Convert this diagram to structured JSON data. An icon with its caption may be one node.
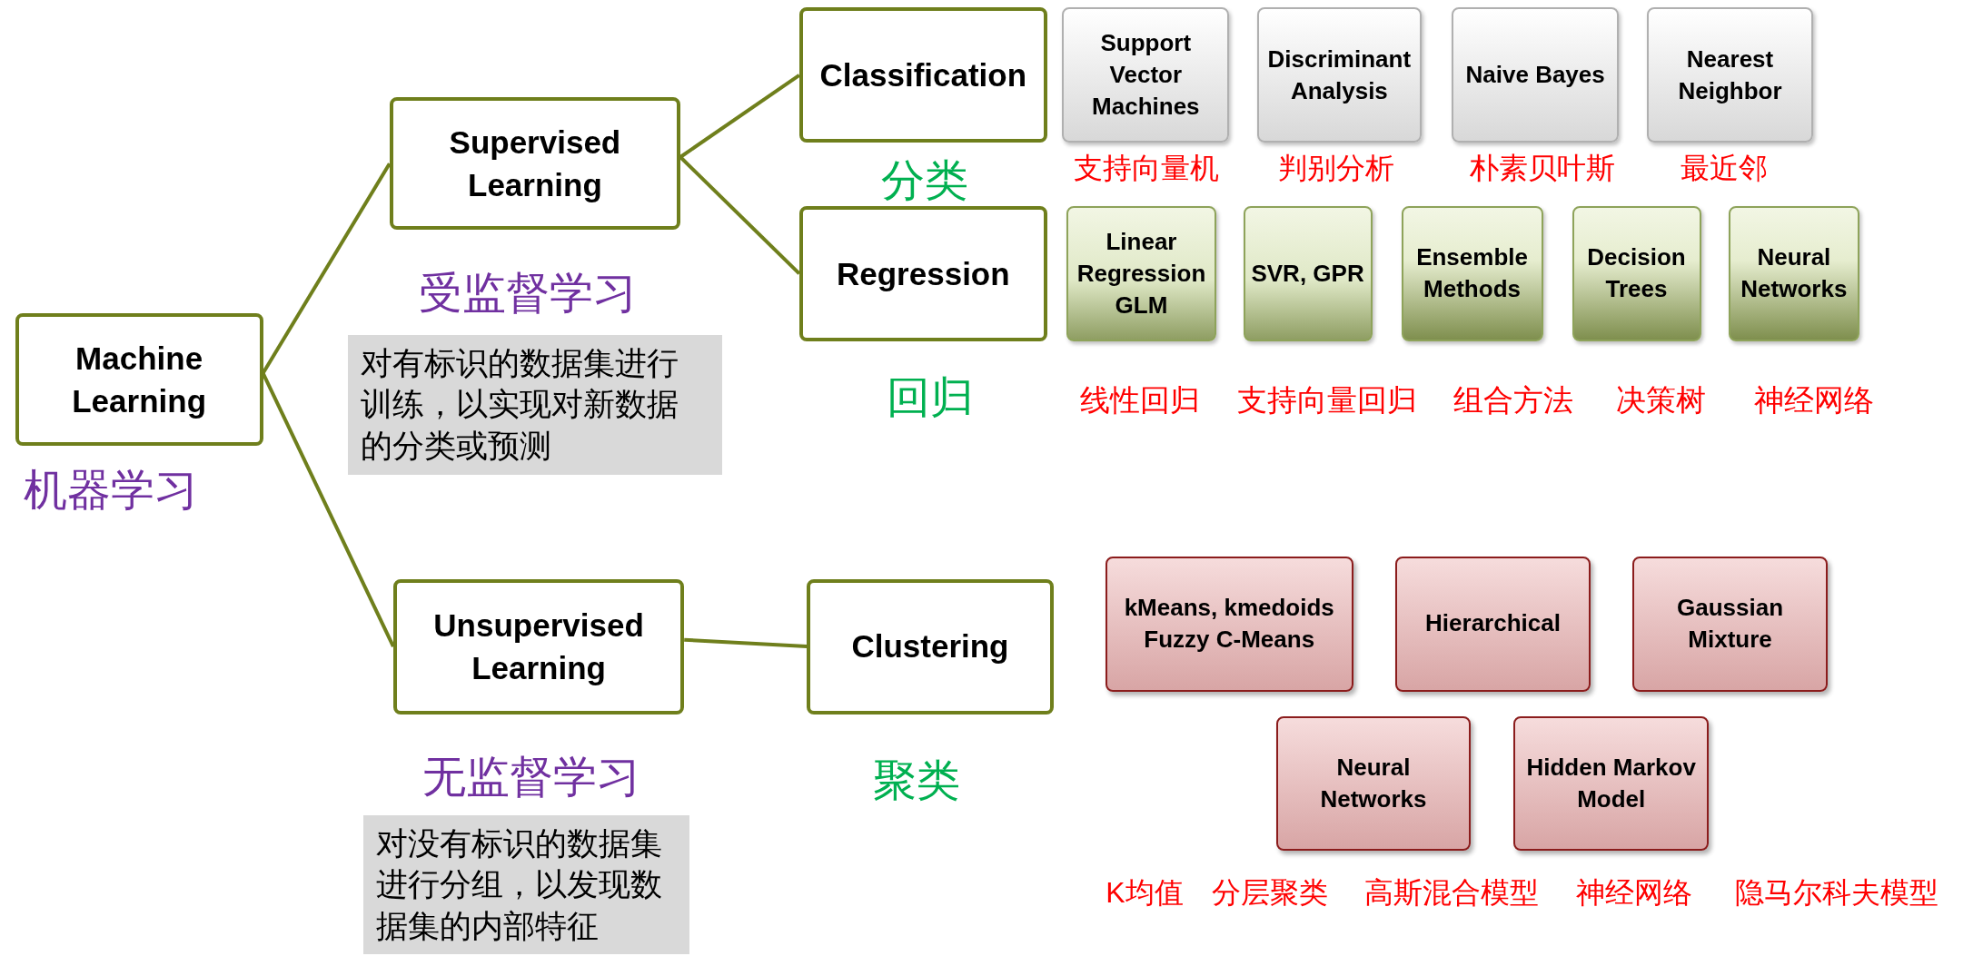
{
  "diagram": {
    "nodes": [
      {
        "text": [
          "Machine Learning"
        ],
        "beside": [
          "机器学习"
        ]
      },
      {
        "text": [
          "Supervised Learning"
        ]
      },
      {
        "text": [
          "对有标识的数据集进行训练，以实现对新数据的分类或预测"
        ]
      },
      {
        "text": [
          "Unsupervised Learning"
        ]
      },
      {
        "text": [
          "对没有标识的数据集进行分组，以发现数据集的内部特征"
        ]
      },
      {
        "text": [
          "Classification"
        ],
        "beside": [
          "分类"
        ]
      },
      {
        "text": [
          "Regression"
        ],
        "beside": [
          "回归"
        ]
      },
      {
        "text": [
          "Clustering"
        ],
        "beside": [
          "聚类"
        ]
      },
      {
        "text": [
          "Support Vector Machines"
        ],
        "beside": [
          "支持向量机"
        ]
      },
      {
        "text": [
          "Discriminant Analysis"
        ],
        "beside": [
          "判别分析"
        ]
      },
      {
        "text": [
          "Naive Bayes"
        ],
        "beside": [
          "朴素贝叶斯"
        ]
      },
      {
        "text": [
          "Nearest Neighbor"
        ],
        "beside": [
          "最近邻"
        ]
      },
      {
        "text": [
          "Linear Regression GLM"
        ],
        "beside": [
          "线性回归"
        ]
      },
      {
        "text": [
          "SVR, GPR"
        ],
        "beside": [
          "支持向量回归"
        ]
      },
      {
        "text": [
          "Ensemble Methods"
        ],
        "beside": [
          "组合方法"
        ]
      },
      {
        "text": [
          "Decision Trees"
        ],
        "beside": [
          "决策树"
        ]
      },
      {
        "text": [
          "Neural Networks"
        ],
        "beside": [
          "神经网络"
        ]
      },
      {
        "text": [
          "kMeans, kmedoids Fuzzy C-Means"
        ]
      },
      {
        "text": [
          "Hierarchical"
        ]
      },
      {
        "text": [
          "Gaussian Mixture"
        ]
      },
      {
        "text": [
          "Neural Networks"
        ]
      },
      {
        "text": [
          "Hidden Markov Model"
        ]
      }
    ],
    "edges": [
      {
        "from": 0,
        "to": 1,
        "arrow": "none"
      },
      {
        "from": 0,
        "to": 3,
        "arrow": "none"
      },
      {
        "from": 1,
        "to": 5,
        "arrow": "none"
      },
      {
        "from": 1,
        "to": 6,
        "arrow": "none"
      },
      {
        "from": 3,
        "to": 7,
        "arrow": "none"
      }
    ],
    "labels": [
      "受监督学习",
      "无监督学习",
      "K均值",
      "分层聚类",
      "高斯混合模型",
      "神经网络",
      "隐马尔科夫模型"
    ]
  }
}
